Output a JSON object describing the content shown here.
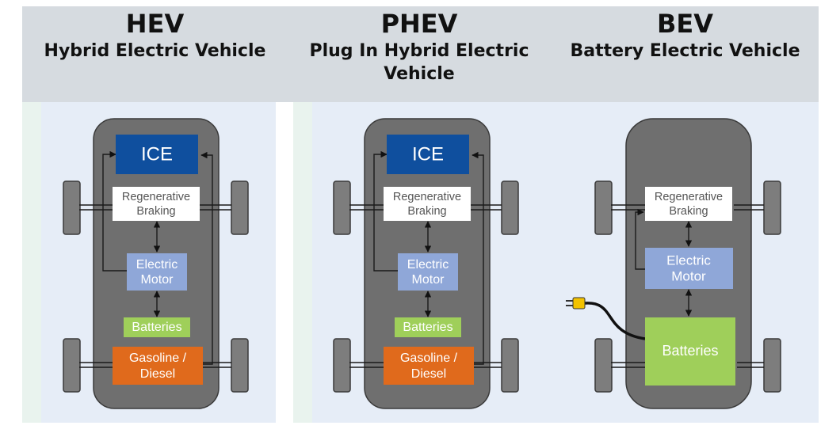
{
  "columns": [
    {
      "abbr": "HEV",
      "full": "Hybrid Electric Vehicle",
      "ice": "ICE",
      "regen_line1": "Regenerative",
      "regen_line2": "Braking",
      "motor_line1": "Electric",
      "motor_line2": "Motor",
      "batteries": "Batteries",
      "fuel_line1": "Gasoline /",
      "fuel_line2": "Diesel"
    },
    {
      "abbr": "PHEV",
      "full": "Plug In Hybrid Electric Vehicle",
      "ice": "ICE",
      "regen_line1": "Regenerative",
      "regen_line2": "Braking",
      "motor_line1": "Electric",
      "motor_line2": "Motor",
      "batteries": "Batteries",
      "fuel_line1": "Gasoline /",
      "fuel_line2": "Diesel"
    },
    {
      "abbr": "BEV",
      "full": "Battery Electric Vehicle",
      "regen_line1": "Regenerative",
      "regen_line2": "Braking",
      "motor_line1": "Electric",
      "motor_line2": "Motor",
      "batteries": "Batteries"
    }
  ],
  "colors": {
    "ice": "#0f4f9e",
    "regen": "#ffffff",
    "motor": "#8fa7d8",
    "batteries": "#9fcf5a",
    "fuel": "#e06a1c",
    "car_body": "#6f6f6f",
    "wheel": "#7d7d7d"
  },
  "icons": [
    "plug-icon"
  ]
}
